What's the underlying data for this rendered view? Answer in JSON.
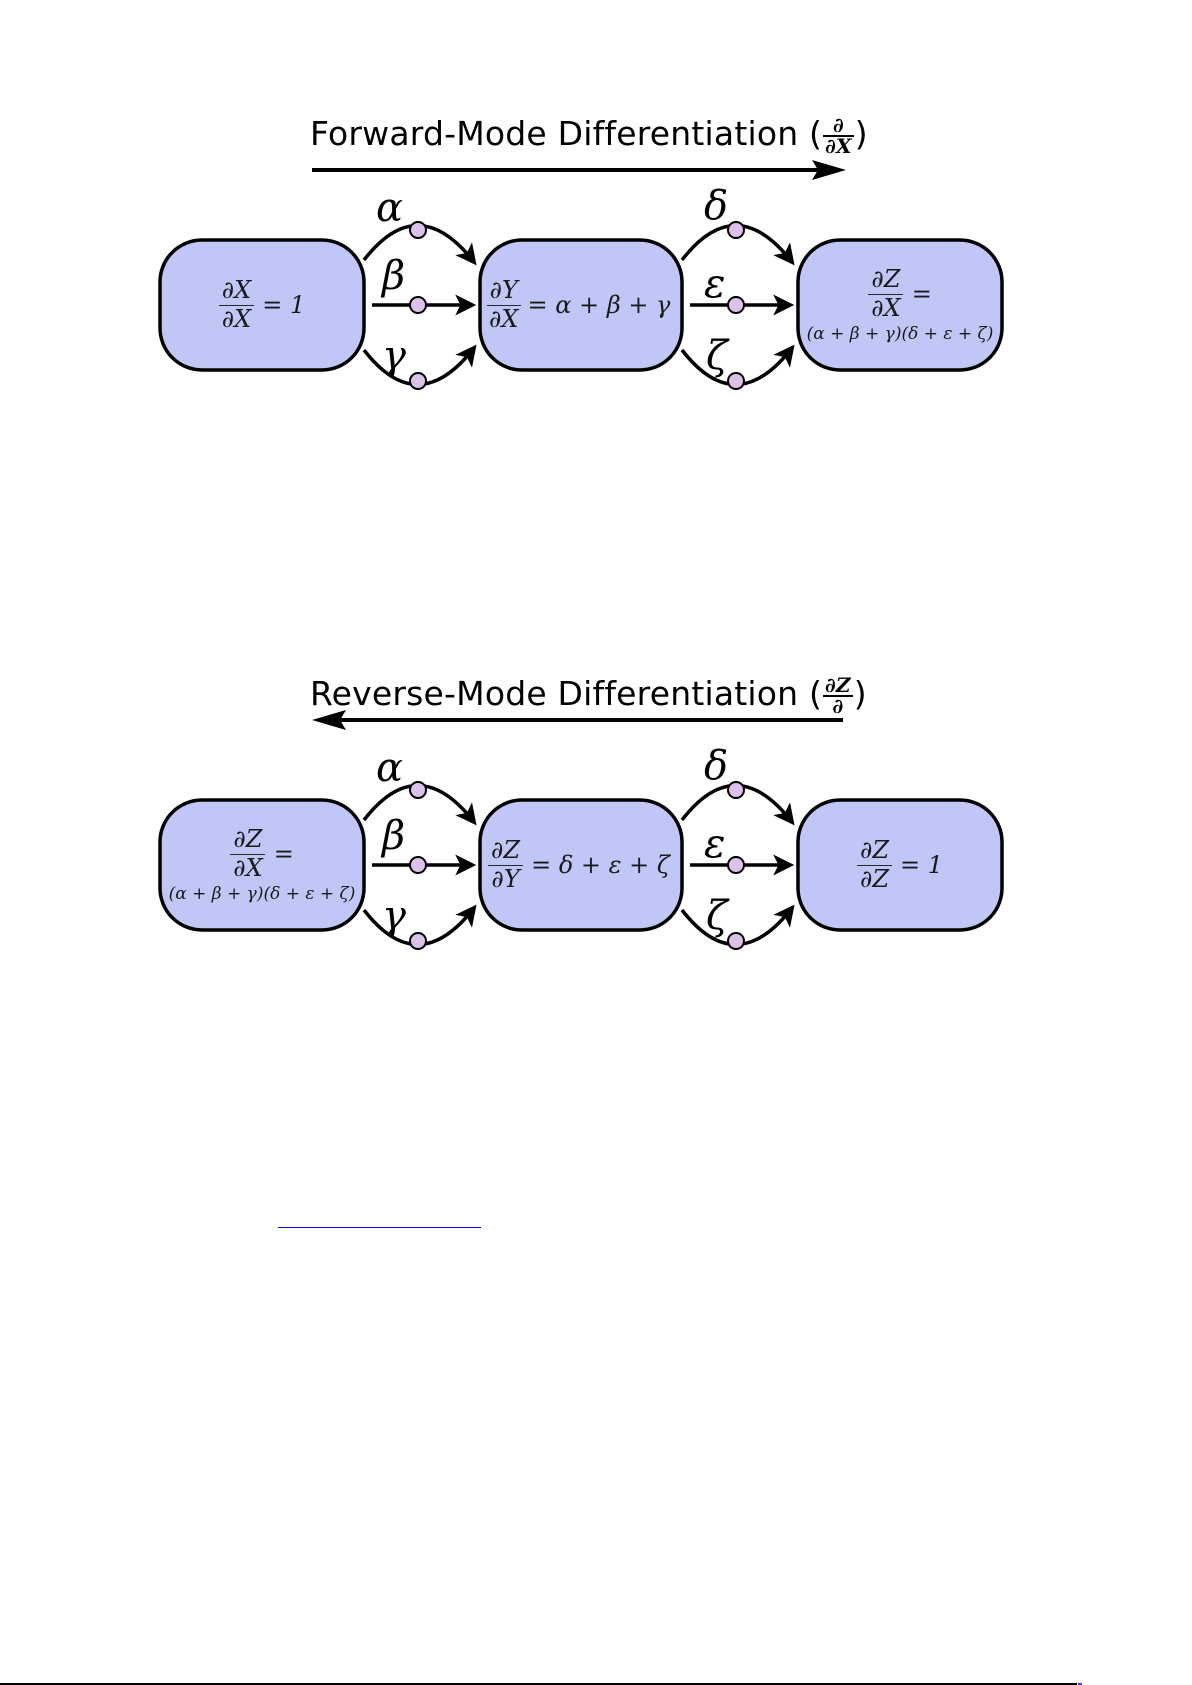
{
  "colors": {
    "node_fill": "#c0c6f5",
    "node_stroke": "#000000",
    "edge_node_fill": "#dcc2ea",
    "edge_stroke": "#000000",
    "link_color": "#0000ee"
  },
  "forward": {
    "title_text": "Forward-Mode Differentiation (",
    "title_frac_num": "∂",
    "title_frac_den": "∂X",
    "title_close": ")",
    "direction": "right",
    "nodes": [
      {
        "num": "∂X",
        "den": "∂X",
        "eq": "= 1",
        "extra": ""
      },
      {
        "num": "∂Y",
        "den": "∂X",
        "eq": "= α + β + γ",
        "extra": ""
      },
      {
        "num": "∂Z",
        "den": "∂X",
        "eq": "=",
        "extra": "(α + β + γ)(δ + ε + ζ)"
      }
    ],
    "edge_labels": [
      "α",
      "β",
      "γ",
      "δ",
      "ε",
      "ζ"
    ]
  },
  "reverse": {
    "title_text": "Reverse-Mode Differentiation (",
    "title_frac_num": "∂Z",
    "title_frac_den": "∂",
    "title_close": ")",
    "direction": "left",
    "nodes": [
      {
        "num": "∂Z",
        "den": "∂X",
        "eq": "=",
        "extra": "(α + β + γ)(δ + ε + ζ)"
      },
      {
        "num": "∂Z",
        "den": "∂Y",
        "eq": "= δ + ε + ζ",
        "extra": ""
      },
      {
        "num": "∂Z",
        "den": "∂Z",
        "eq": "= 1",
        "extra": ""
      }
    ],
    "edge_labels": [
      "α",
      "β",
      "γ",
      "δ",
      "ε",
      "ζ"
    ]
  }
}
